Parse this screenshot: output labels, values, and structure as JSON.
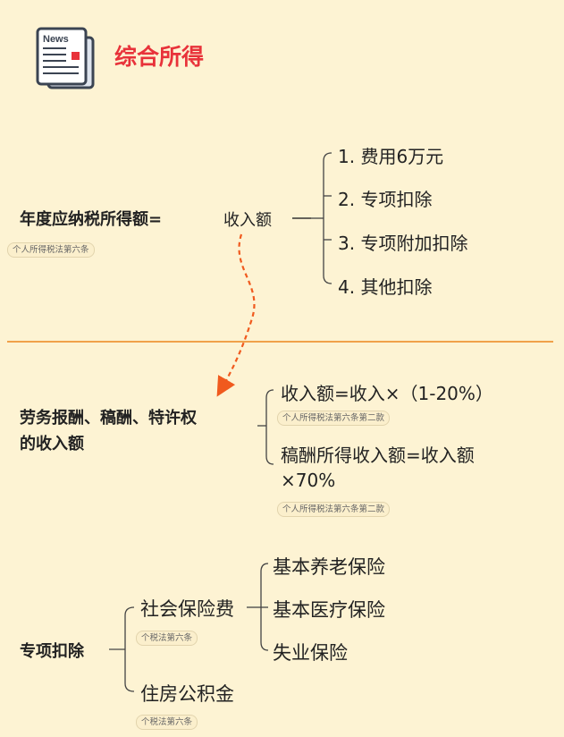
{
  "header": {
    "icon_label": "News",
    "title": "综合所得"
  },
  "section1": {
    "lhs": "年度应纳税所得额=",
    "lhs_tag": "个人所得税法第六条",
    "income": "收入额",
    "dash": "—",
    "items": [
      "1.  费用6万元",
      "2.  专项扣除",
      "3.  专项附加扣除",
      "4.  其他扣除"
    ]
  },
  "section2": {
    "label_line1": "劳务报酬、稿酬、特许权",
    "label_line2": "的收入额",
    "item1": "收入额=收入×（1-20%）",
    "item1_tag": "个人所得税法第六条第二款",
    "item2_line1": "稿酬所得收入额=收入额",
    "item2_line2": "×70%",
    "item2_tag": "个人所得税法第六条第二款"
  },
  "section3": {
    "label": "专项扣除",
    "social": "社会保险费",
    "social_tag": "个税法第六条",
    "insurances": [
      "基本养老保险",
      "基本医疗保险",
      "失业保险"
    ],
    "housing": "住房公积金",
    "housing_tag": "个税法第六条"
  },
  "colors": {
    "accent": "#e8323a",
    "divider": "#f0a14a",
    "arrow": "#f05a1e",
    "background": "#fdf3d3"
  }
}
